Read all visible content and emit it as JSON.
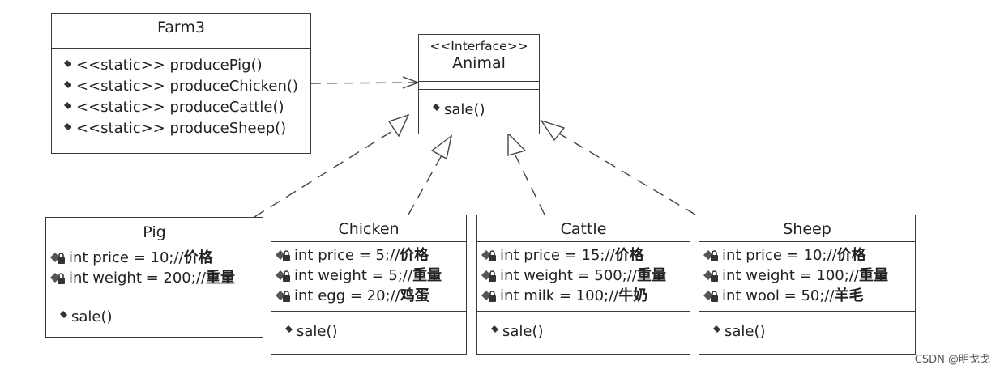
{
  "classes": {
    "farm": {
      "name": "Farm3",
      "operations": [
        "<<static>> producePig()",
        "<<static>> produceChicken()",
        "<<static>> produceCattle()",
        "<<static>> produceSheep()"
      ]
    },
    "animal": {
      "stereotype": "<<Interface>>",
      "name": "Animal",
      "operations": [
        "sale()"
      ]
    },
    "pig": {
      "name": "Pig",
      "attributes": [
        {
          "code": "int price = 10;// ",
          "comment": "价格"
        },
        {
          "code": "int weight = 200;// ",
          "comment": "重量"
        }
      ],
      "operations": [
        "sale()"
      ]
    },
    "chicken": {
      "name": "Chicken",
      "attributes": [
        {
          "code": "int price = 5;// ",
          "comment": "价格"
        },
        {
          "code": "int weight = 5;// ",
          "comment": "重量"
        },
        {
          "code": "int egg = 20;// ",
          "comment": "鸡蛋"
        }
      ],
      "operations": [
        "sale()"
      ]
    },
    "cattle": {
      "name": "Cattle",
      "attributes": [
        {
          "code": "int price = 15;// ",
          "comment": "价格"
        },
        {
          "code": "int weight = 500;// ",
          "comment": "重量"
        },
        {
          "code": "int milk = 100;// ",
          "comment": "牛奶"
        }
      ],
      "operations": [
        "sale()"
      ]
    },
    "sheep": {
      "name": "Sheep",
      "attributes": [
        {
          "code": "int price = 10;// ",
          "comment": "价格"
        },
        {
          "code": "int weight = 100;// ",
          "comment": "重量"
        },
        {
          "code": "int wool = 50;// ",
          "comment": "羊毛"
        }
      ],
      "operations": [
        "sale()"
      ]
    }
  },
  "relations": [
    {
      "from": "Farm3",
      "to": "Animal",
      "type": "dependency"
    },
    {
      "from": "Pig",
      "to": "Animal",
      "type": "realization"
    },
    {
      "from": "Chicken",
      "to": "Animal",
      "type": "realization"
    },
    {
      "from": "Cattle",
      "to": "Animal",
      "type": "realization"
    },
    {
      "from": "Sheep",
      "to": "Animal",
      "type": "realization"
    }
  ],
  "watermark": "CSDN @明戈戈",
  "colors": {
    "line": "#3a3a3a",
    "text": "#222222"
  }
}
